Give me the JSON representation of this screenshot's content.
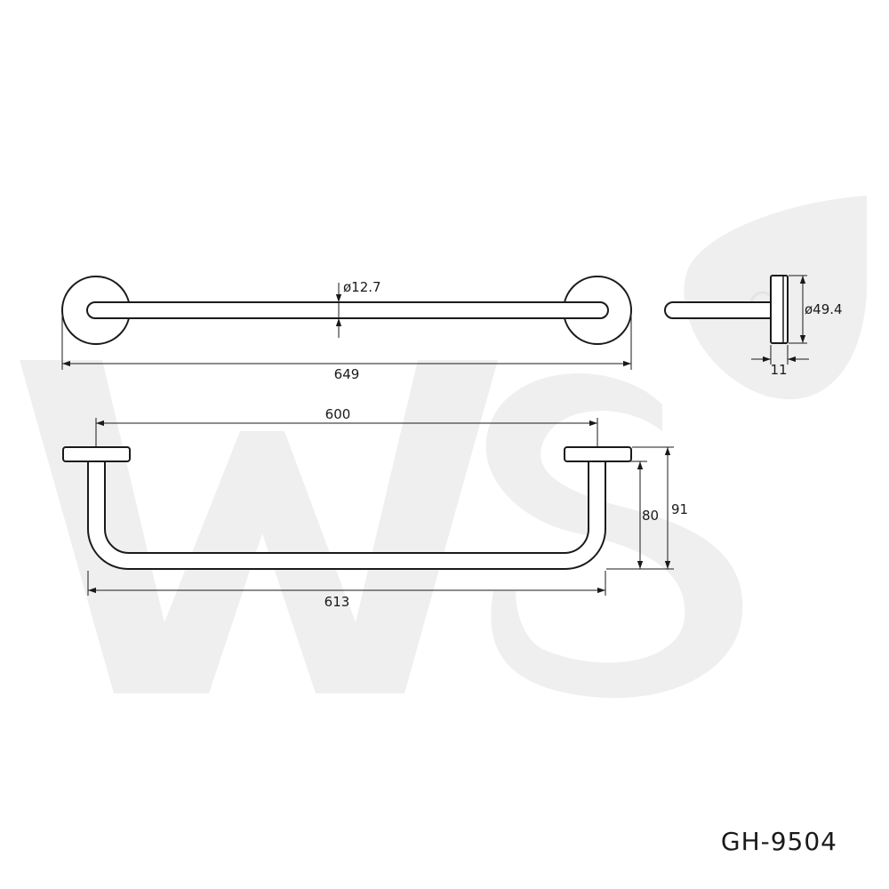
{
  "drawing": {
    "watermark_logo": "WS",
    "model_code": "GH-9504",
    "dimensions": {
      "bar_diameter": "ø12.7",
      "overall_length": "649",
      "center_distance": "600",
      "outer_span": "613",
      "flange_diameter": "ø49.4",
      "flange_thickness": "11",
      "projection_to_bar": "80",
      "overall_projection": "91"
    }
  }
}
